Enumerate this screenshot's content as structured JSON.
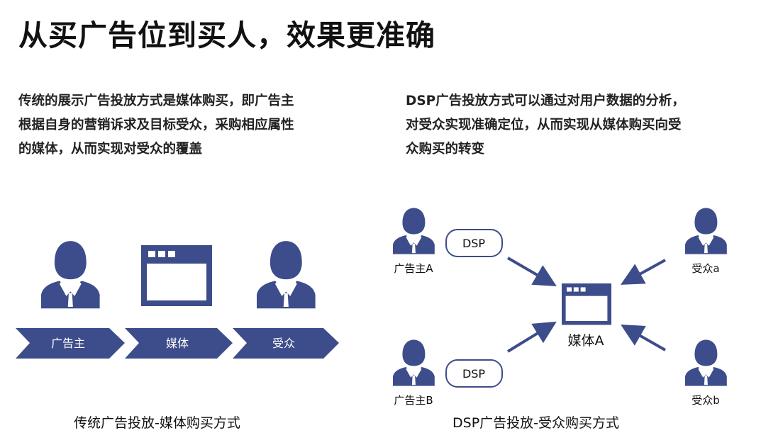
{
  "title": "从买广告位到买人，效果更准确",
  "left_text": {
    "lines": [
      "传统的展示广告投放方式是媒体购买，即广告主",
      "根据自身的营销诉求及目标受众，采购相应属性",
      "的媒体，从而实现对受众的覆盖"
    ]
  },
  "right_text": {
    "lines": [
      "DSP广告投放方式可以通过对用户数据的分析，",
      "对受众实现准确定位，从而实现从媒体购买向受",
      "众购买的转变"
    ]
  },
  "left_diagram": {
    "chevrons": [
      "广告主",
      "媒体",
      "受众"
    ],
    "caption": "传统广告投放-媒体购买方式"
  },
  "right_diagram": {
    "advertiser_a": "广告主A",
    "advertiser_b": "广告主B",
    "dsp_label": "DSP",
    "media": "媒体A",
    "audience_a": "受众a",
    "audience_b": "受众b",
    "caption": "DSP广告投放-受众购买方式"
  },
  "colors": {
    "primary": "#3d4d8b",
    "badge_border": "#3d4d8b"
  },
  "icons": {
    "person": "person-icon",
    "browser": "browser-window-icon"
  }
}
